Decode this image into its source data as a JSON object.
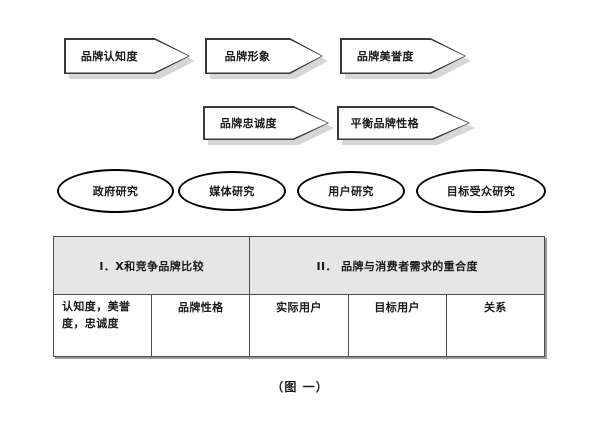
{
  "figure": {
    "caption": "（图  一）",
    "background_color": "#ffffff",
    "ink_color": "#1a1a1a",
    "header_fill": "#e6e6e6",
    "shadow_color": "#d6d6d6"
  },
  "flow": {
    "row1": [
      {
        "label": "品牌认知度"
      },
      {
        "label": "品牌形象"
      },
      {
        "label": "品牌美誉度"
      }
    ],
    "row2": [
      {
        "label": "品牌忠诚度"
      },
      {
        "label": "平衡品牌性格"
      }
    ]
  },
  "research_ellipses": [
    {
      "label": "政府研究"
    },
    {
      "label": "媒体研究"
    },
    {
      "label": "用户研究"
    },
    {
      "label": "目标受众研究"
    }
  ],
  "matrix": {
    "headers": [
      {
        "label": "I．X和竞争品牌比较",
        "colspan": 2
      },
      {
        "label": "II．  品牌与消费者需求的重合度",
        "colspan": 3
      }
    ],
    "cells": [
      {
        "label": "认知度，美誉度，忠诚度"
      },
      {
        "label": "品牌性格"
      },
      {
        "label": "实际用户"
      },
      {
        "label": "目标用户"
      },
      {
        "label": "关系"
      }
    ]
  }
}
